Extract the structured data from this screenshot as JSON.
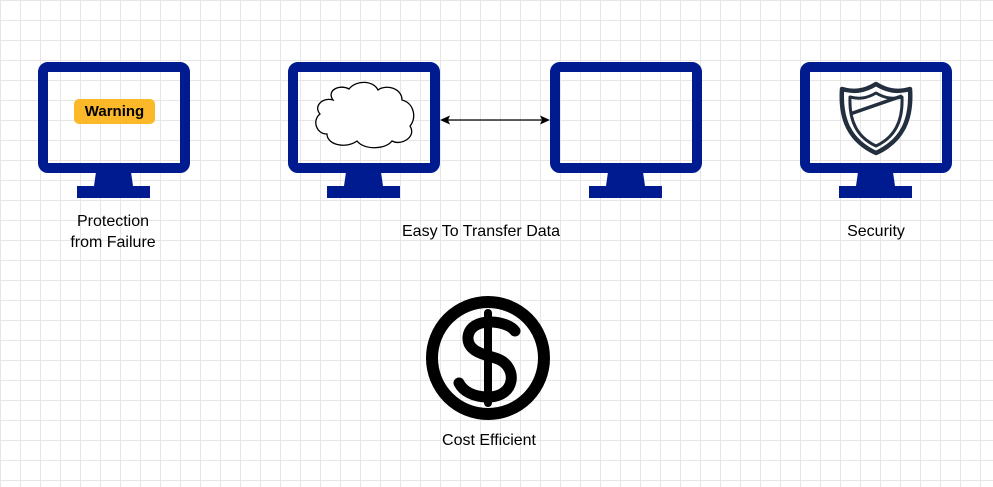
{
  "labels": {
    "protection_line1": "Protection",
    "protection_line2": "from Failure",
    "transfer": "Easy To Transfer Data",
    "security": "Security",
    "cost": "Cost Efficient"
  },
  "warning_badge": "Warning",
  "colors": {
    "monitor": "#001a8f",
    "warning_bg": "#fbb92a",
    "shield": "#232f3e",
    "grid": "#e6e6e6",
    "dollar": "#000000"
  },
  "icons": [
    "monitor-icon",
    "cloud-icon",
    "double-arrow-icon",
    "shield-icon",
    "dollar-coin-icon"
  ]
}
